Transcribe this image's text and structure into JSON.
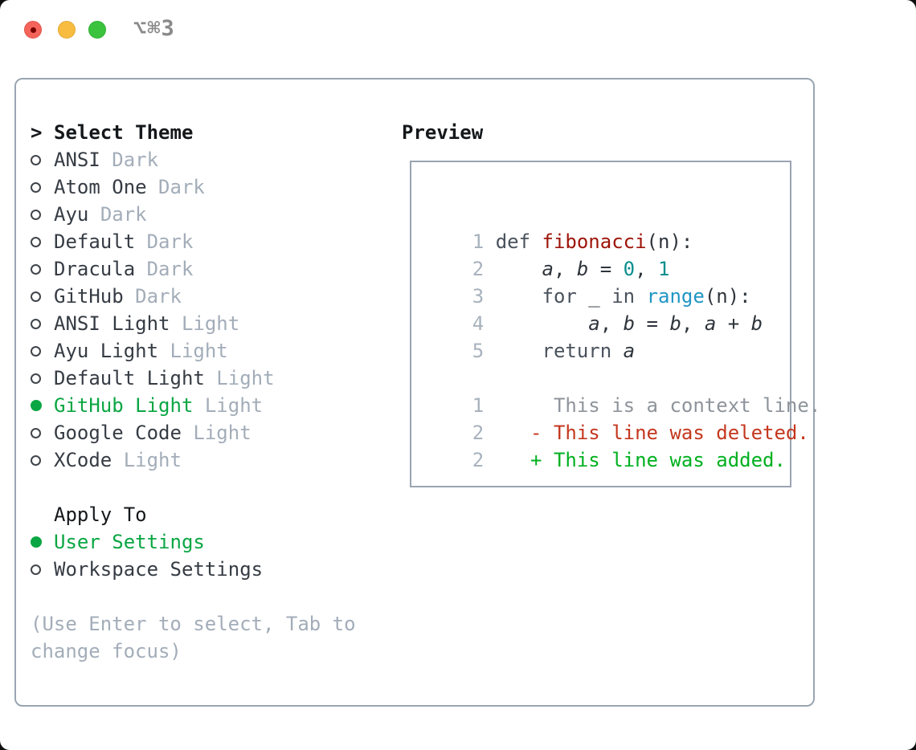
{
  "window": {
    "title": "⌥⌘3",
    "traffic_lights": [
      "close",
      "minimize",
      "zoom"
    ]
  },
  "panel": {
    "prompt": ">",
    "select_theme_label": "Select Theme",
    "themes": [
      {
        "name": "ANSI",
        "variant": "Dark",
        "selected": false
      },
      {
        "name": "Atom One",
        "variant": "Dark",
        "selected": false
      },
      {
        "name": "Ayu",
        "variant": "Dark",
        "selected": false
      },
      {
        "name": "Default",
        "variant": "Dark",
        "selected": false
      },
      {
        "name": "Dracula",
        "variant": "Dark",
        "selected": false
      },
      {
        "name": "GitHub",
        "variant": "Dark",
        "selected": false
      },
      {
        "name": "ANSI Light",
        "variant": "Light",
        "selected": false
      },
      {
        "name": "Ayu Light",
        "variant": "Light",
        "selected": false
      },
      {
        "name": "Default Light",
        "variant": "Light",
        "selected": false
      },
      {
        "name": "GitHub Light",
        "variant": "Light",
        "selected": true
      },
      {
        "name": "Google Code",
        "variant": "Light",
        "selected": false
      },
      {
        "name": "XCode",
        "variant": "Light",
        "selected": false
      }
    ],
    "apply_to_label": "Apply To",
    "apply_options": [
      {
        "label": "User Settings",
        "selected": true
      },
      {
        "label": "Workspace Settings",
        "selected": false
      }
    ],
    "hint": "(Use Enter to select, Tab to change focus)"
  },
  "preview": {
    "label": "Preview",
    "lines": [
      {
        "gutter": "1",
        "tokens": [
          {
            "t": "def ",
            "c": "kw"
          },
          {
            "t": "fibonacci",
            "c": "fn"
          },
          {
            "t": "(n):",
            "c": "pl"
          }
        ]
      },
      {
        "gutter": "2",
        "tokens": [
          {
            "t": "    ",
            "c": "pl"
          },
          {
            "t": "a",
            "c": "id"
          },
          {
            "t": ", ",
            "c": "pl"
          },
          {
            "t": "b",
            "c": "id"
          },
          {
            "t": " = ",
            "c": "pl"
          },
          {
            "t": "0",
            "c": "num"
          },
          {
            "t": ", ",
            "c": "pl"
          },
          {
            "t": "1",
            "c": "num"
          }
        ]
      },
      {
        "gutter": "3",
        "tokens": [
          {
            "t": "    ",
            "c": "pl"
          },
          {
            "t": "for",
            "c": "kw"
          },
          {
            "t": " _ ",
            "c": "pl"
          },
          {
            "t": "in",
            "c": "kw"
          },
          {
            "t": " ",
            "c": "pl"
          },
          {
            "t": "range",
            "c": "bi"
          },
          {
            "t": "(n):",
            "c": "pl"
          }
        ]
      },
      {
        "gutter": "4",
        "tokens": [
          {
            "t": "        ",
            "c": "pl"
          },
          {
            "t": "a",
            "c": "id"
          },
          {
            "t": ", ",
            "c": "pl"
          },
          {
            "t": "b",
            "c": "id"
          },
          {
            "t": " = ",
            "c": "pl"
          },
          {
            "t": "b",
            "c": "id"
          },
          {
            "t": ", ",
            "c": "pl"
          },
          {
            "t": "a",
            "c": "id"
          },
          {
            "t": " + ",
            "c": "pl"
          },
          {
            "t": "b",
            "c": "id"
          }
        ]
      },
      {
        "gutter": "5",
        "tokens": [
          {
            "t": "    ",
            "c": "pl"
          },
          {
            "t": "return ",
            "c": "kw"
          },
          {
            "t": "a",
            "c": "id"
          }
        ]
      },
      {
        "blank": true
      },
      {
        "gutter": "1",
        "tokens": [
          {
            "t": "     This is a context line.",
            "c": "ctx"
          }
        ]
      },
      {
        "gutter": "2",
        "tokens": [
          {
            "t": "   - This line was deleted.",
            "c": "del"
          }
        ]
      },
      {
        "gutter": "2",
        "tokens": [
          {
            "t": "   + This line was added.",
            "c": "add"
          }
        ]
      }
    ]
  },
  "colors": {
    "selected_green": "#0aa643",
    "added_green": "#00b01f",
    "deleted_red": "#c4371e",
    "context_gray": "#8e949b",
    "muted_gray": "#a3adb9",
    "linenum_gray": "#a8b2bd",
    "text_dark": "#363c44",
    "heading_black": "#15181b",
    "border_gray": "#9aa5b1",
    "ring_dark": "#40454b",
    "kw_color": "#4a525c",
    "plain_color": "#2f353c",
    "fn_color": "#9d1409",
    "num_color": "#0b8e8e",
    "builtin_color": "#2196c4",
    "title_gray": "#8a8a8a",
    "tl_red": "#f4645a",
    "tl_red_border": "#e0544b",
    "tl_red_dot": "#760502",
    "tl_yellow": "#f7bc40",
    "tl_yellow_border": "#e3a832",
    "tl_green": "#3bc33e",
    "tl_green_border": "#30b135"
  }
}
